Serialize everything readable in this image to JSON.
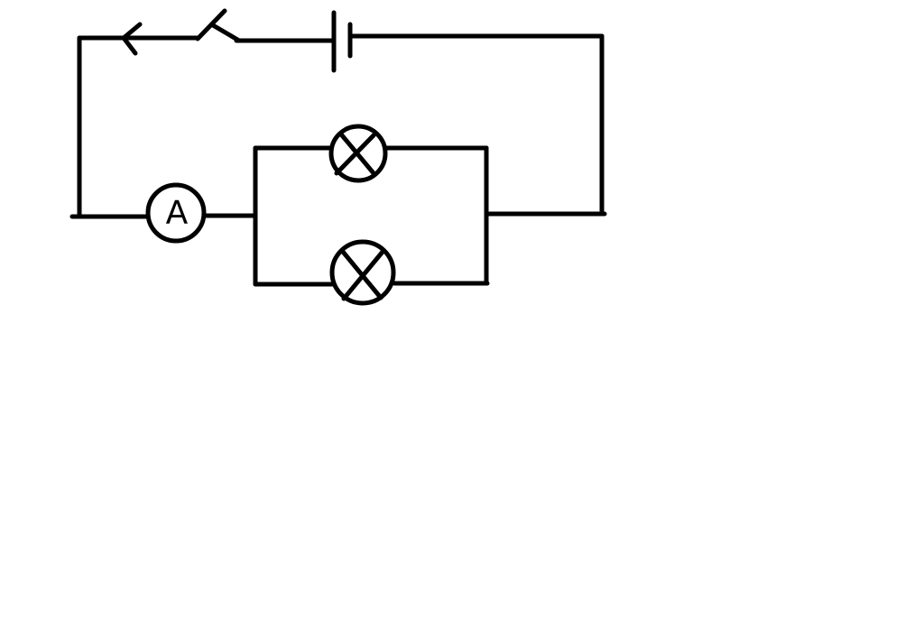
{
  "diagram": {
    "ammeter": {
      "label": "A"
    },
    "ink_color": "#000000",
    "background_color": "#ffffff",
    "components": [
      {
        "kind": "switch",
        "state": "open",
        "icon": "open-switch-icon"
      },
      {
        "kind": "battery",
        "cells": 1,
        "icon": "battery-cell-icon"
      },
      {
        "kind": "ammeter",
        "icon": "ammeter-icon"
      },
      {
        "kind": "lamp",
        "branch": "upper",
        "icon": "lamp-icon"
      },
      {
        "kind": "lamp",
        "branch": "lower",
        "icon": "lamp-icon"
      }
    ],
    "current_direction_arrow": "left",
    "lamp_connection": "parallel"
  }
}
